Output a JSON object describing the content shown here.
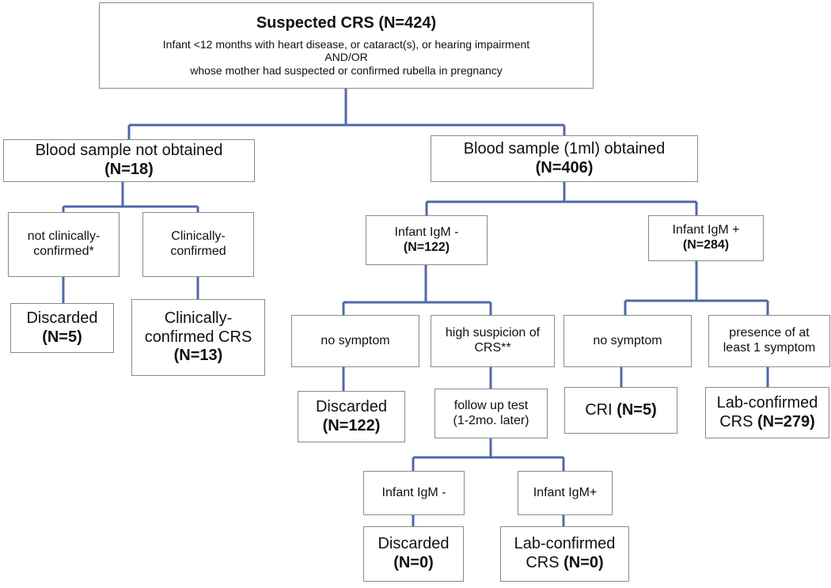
{
  "root": {
    "title": "Suspected CRS (N=424)",
    "line1": "Infant <12 months with heart disease, or cataract(s), or hearing impairment",
    "line2": "AND/OR",
    "line3": "whose mother had suspected or confirmed rubella in pregnancy"
  },
  "not_obtained": {
    "label": "Blood sample not obtained",
    "n": "(N=18)"
  },
  "obtained": {
    "label": "Blood sample (1ml) obtained",
    "n": "(N=406)"
  },
  "not_clin": {
    "l1": "not clinically-",
    "l2": "confirmed*"
  },
  "clin": {
    "l1": "Clinically-",
    "l2": "confirmed"
  },
  "disc5": {
    "label": "Discarded",
    "n": "(N=5)"
  },
  "clincrs": {
    "l1": "Clinically-",
    "l2": "confirmed CRS",
    "n": "(N=13)"
  },
  "igm_neg": {
    "label": "Infant IgM -",
    "n": "(N=122)"
  },
  "igm_pos": {
    "label": "Infant IgM +",
    "n": "(N=284)"
  },
  "nosym1": {
    "label": "no symptom"
  },
  "highsus": {
    "l1": "high suspicion of",
    "l2": "CRS**"
  },
  "nosym2": {
    "label": "no symptom"
  },
  "presence": {
    "l1": "presence of at",
    "l2": "least 1 symptom"
  },
  "disc122": {
    "label": "Discarded",
    "n": "(N=122)"
  },
  "followup": {
    "l1": "follow up test",
    "l2": "(1-2mo. later)"
  },
  "cri": {
    "label": "CRI ",
    "n": "(N=5)"
  },
  "labcrs279": {
    "l1": "Lab-confirmed",
    "l2a": "CRS ",
    "n": "(N=279)"
  },
  "igm_neg2": {
    "label": "Infant IgM -"
  },
  "igm_pos2": {
    "label": "Infant IgM+"
  },
  "disc0": {
    "label": "Discarded",
    "n": "(N=0)"
  },
  "labcrs0": {
    "l1": "Lab-confirmed",
    "l2a": "CRS ",
    "n": "(N=0)"
  },
  "colors": {
    "connector": "#5068a8",
    "border": "#8a8a8a"
  }
}
